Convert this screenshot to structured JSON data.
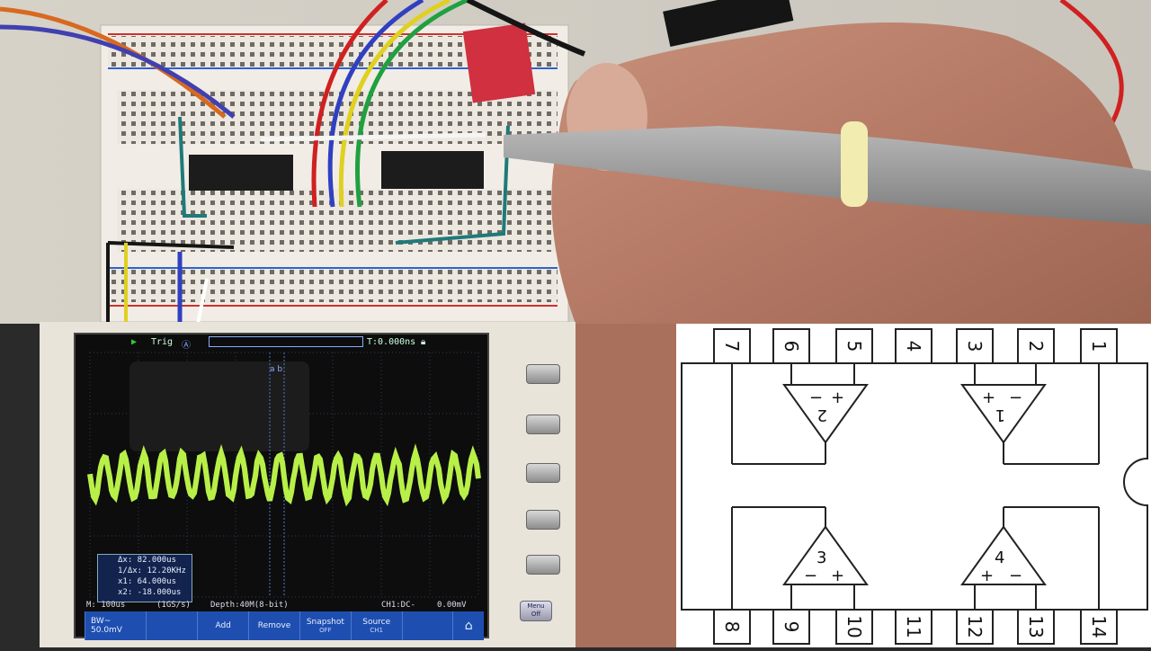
{
  "scope": {
    "top_bar": {
      "trig": "Trig",
      "t_offset": "T:0.000ns"
    },
    "cursor_marks": [
      "a",
      "b"
    ],
    "cursor_panel": {
      "delta_x": "Δx: 82.000us",
      "inv_delta_x": "1/Δx: 12.20KHz",
      "x1": "x1: 64.000us",
      "x2": "x2: -18.000us"
    },
    "status": {
      "timebase": "M: 100us",
      "sample_rate": "(1GS/s)",
      "depth": "Depth:40M(8-bit)",
      "channel": "CH1:DC-",
      "trigger_level": "0.00mV"
    },
    "menu": {
      "ch1_bw": "BW~",
      "ch1_scale": "50.0mV",
      "add": "Add",
      "remove": "Remove",
      "snapshot": "Snapshot",
      "snapshot_state": "OFF",
      "source": "Source",
      "source_state": "CH1",
      "home_icon": "home-icon"
    },
    "menu_off": {
      "line1": "Menu",
      "line2": "Off"
    },
    "trace_color": "#b8f048"
  },
  "pinout": {
    "top_pins": [
      "7",
      "6",
      "5",
      "4",
      "3",
      "2",
      "1"
    ],
    "bottom_pins": [
      "8",
      "9",
      "10",
      "11",
      "12",
      "13",
      "14"
    ],
    "amps": [
      {
        "number": "2",
        "minus": "−",
        "plus": "+"
      },
      {
        "number": "1",
        "minus": "−",
        "plus": "+"
      },
      {
        "number": "3",
        "minus": "−",
        "plus": "+"
      },
      {
        "number": "4",
        "minus": "−",
        "plus": "+"
      }
    ]
  }
}
